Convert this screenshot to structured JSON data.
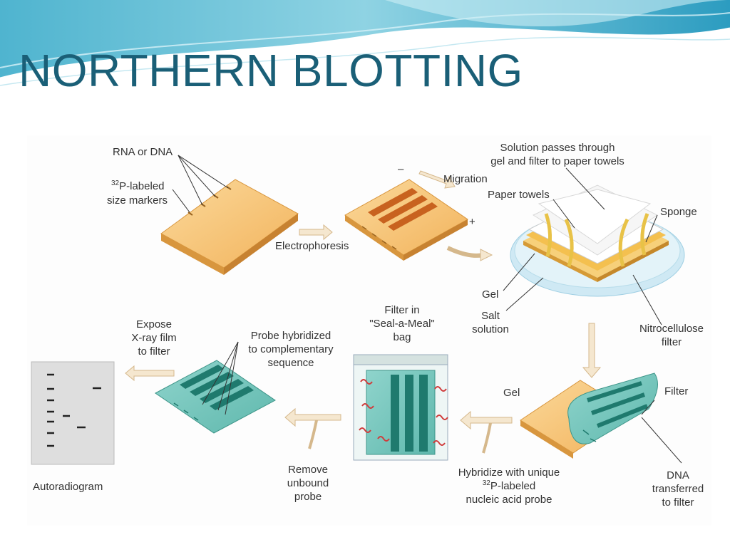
{
  "slide": {
    "title": "NORTHERN BLOTTING"
  },
  "diagram": {
    "labels": {
      "rna_or_dna": "RNA or DNA",
      "size_markers_sup": "32",
      "size_markers_1": "P-labeled",
      "size_markers_2": "size markers",
      "electrophoresis": "Electrophoresis",
      "minus": "–",
      "plus": "+",
      "migration": "Migration",
      "solution_1": "Solution passes through",
      "solution_2": "gel and filter to paper towels",
      "paper_towels": "Paper towels",
      "sponge": "Sponge",
      "gel_top": "Gel",
      "salt_1": "Salt",
      "salt_2": "solution",
      "nitro_1": "Nitrocellulose",
      "nitro_2": "filter",
      "expose_1": "Expose",
      "expose_2": "X-ray film",
      "expose_3": "to filter",
      "probe_1": "Probe hybridized",
      "probe_2": "to complementary",
      "probe_3": "sequence",
      "filter_in_1": "Filter in",
      "filter_in_2": "\"Seal-a-Meal\"",
      "filter_in_3": "bag",
      "gel_bottom": "Gel",
      "filter": "Filter",
      "autoradiogram": "Autoradiogram",
      "remove_1": "Remove",
      "remove_2": "unbound",
      "remove_3": "probe",
      "hybridize_1": "Hybridize with unique",
      "hybridize_sup": "32",
      "hybridize_2": "P-labeled",
      "hybridize_3": "nucleic acid probe",
      "dna_1": "DNA",
      "dna_2": "transferred",
      "dna_3": "to filter"
    }
  }
}
